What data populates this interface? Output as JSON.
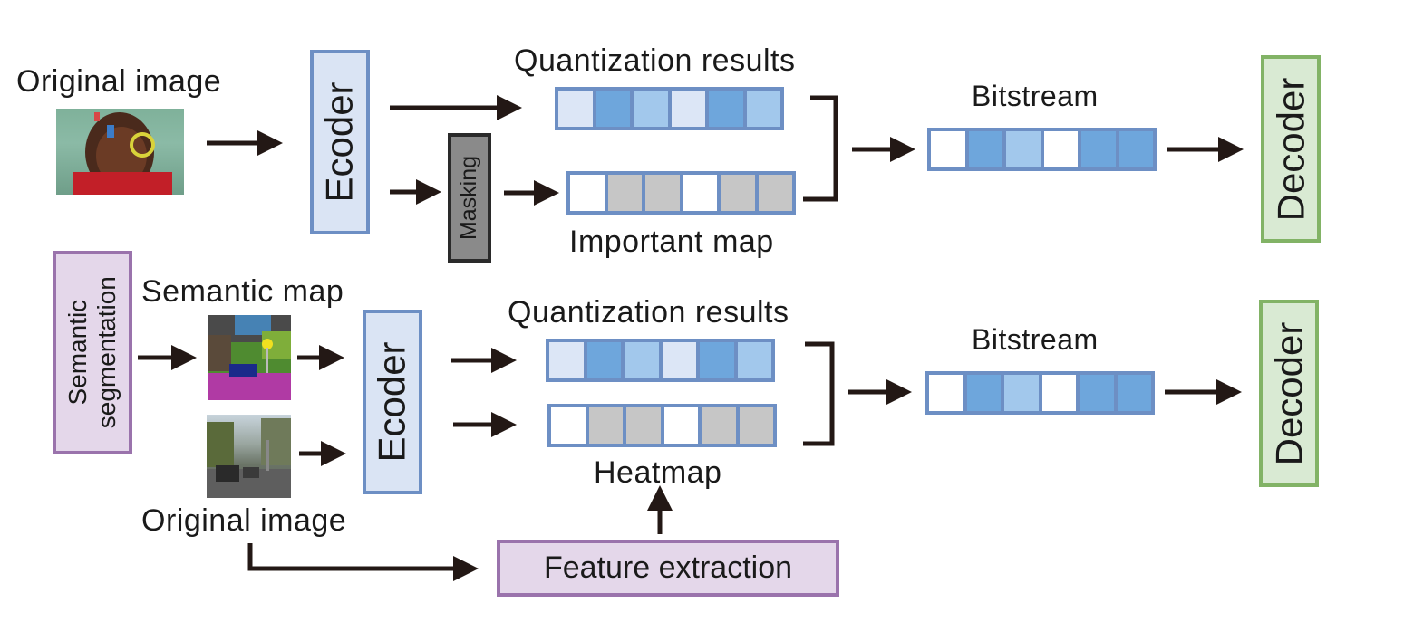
{
  "top": {
    "input_label": "Original image",
    "encoder": "Ecoder",
    "masking": "Masking",
    "quant_label": "Quantization results",
    "important_label": "Important map",
    "bitstream_label": "Bitstream",
    "decoder": "Decoder",
    "quant_cells": [
      "#dce6f6",
      "#6ea6dc",
      "#a2c8ec",
      "#dce6f6",
      "#6ea6dc",
      "#a2c8ec"
    ],
    "important_cells": [
      "#ffffff",
      "#c6c6c6",
      "#c6c6c6",
      "#ffffff",
      "#c6c6c6",
      "#c6c6c6"
    ],
    "bit_cells": [
      "#ffffff",
      "#6ea6dc",
      "#a2c8ec",
      "#ffffff",
      "#6ea6dc",
      "#6ea6dc"
    ]
  },
  "bottom": {
    "seg_box": "Semantic\nsegmentation",
    "semantic_label": "Semantic map",
    "original_label": "Original image",
    "encoder": "Ecoder",
    "quant_label": "Quantization results",
    "heatmap_label": "Heatmap",
    "feature_box": "Feature extraction",
    "bitstream_label": "Bitstream",
    "decoder": "Decoder",
    "quant_cells": [
      "#dce6f6",
      "#6ea6dc",
      "#a2c8ec",
      "#dce6f6",
      "#6ea6dc",
      "#a2c8ec"
    ],
    "heat_cells": [
      "#ffffff",
      "#c6c6c6",
      "#c6c6c6",
      "#ffffff",
      "#c6c6c6",
      "#c6c6c6"
    ],
    "bit_cells": [
      "#ffffff",
      "#6ea6dc",
      "#a2c8ec",
      "#ffffff",
      "#6ea6dc",
      "#6ea6dc"
    ]
  },
  "colors": {
    "encoder_fill": "#dae4f4",
    "encoder_border": "#6d8fc4",
    "decoder_fill": "#d9ead3",
    "decoder_border": "#82b366",
    "purple_fill": "#e4d7ea",
    "purple_border": "#9a73ac",
    "mask_fill": "#8a8a8a",
    "arrow": "#231815"
  }
}
